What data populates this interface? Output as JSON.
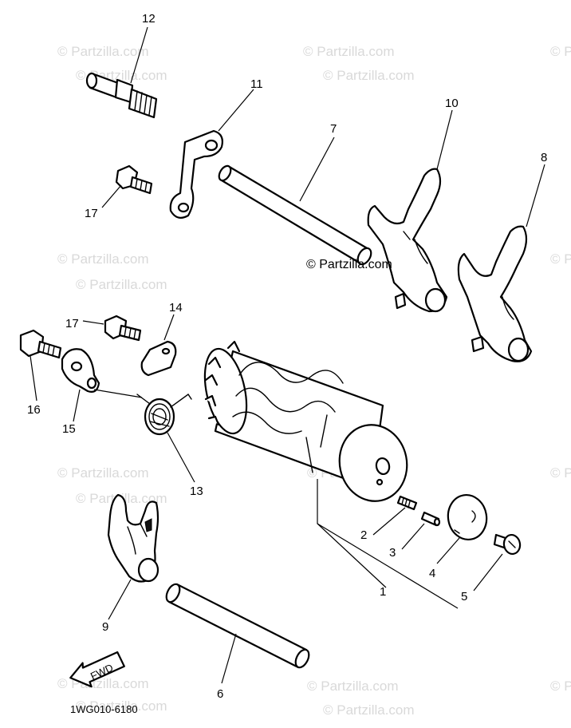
{
  "diagram": {
    "catalog_code": "1WG010-6180",
    "front_label": "FWD",
    "center_watermark": "© Partzilla.com",
    "watermark_text": "© Partzilla.com"
  },
  "callouts": [
    {
      "id": "c1",
      "label": "1"
    },
    {
      "id": "c2",
      "label": "2"
    },
    {
      "id": "c3",
      "label": "3"
    },
    {
      "id": "c4",
      "label": "4"
    },
    {
      "id": "c5",
      "label": "5"
    },
    {
      "id": "c6",
      "label": "6"
    },
    {
      "id": "c7",
      "label": "7"
    },
    {
      "id": "c8",
      "label": "8"
    },
    {
      "id": "c9",
      "label": "9"
    },
    {
      "id": "c10",
      "label": "10"
    },
    {
      "id": "c11",
      "label": "11"
    },
    {
      "id": "c12",
      "label": "12"
    },
    {
      "id": "c13",
      "label": "13"
    },
    {
      "id": "c14",
      "label": "14"
    },
    {
      "id": "c15",
      "label": "15"
    },
    {
      "id": "c16",
      "label": "16"
    },
    {
      "id": "c17a",
      "label": "17"
    },
    {
      "id": "c17b",
      "label": "17"
    }
  ]
}
